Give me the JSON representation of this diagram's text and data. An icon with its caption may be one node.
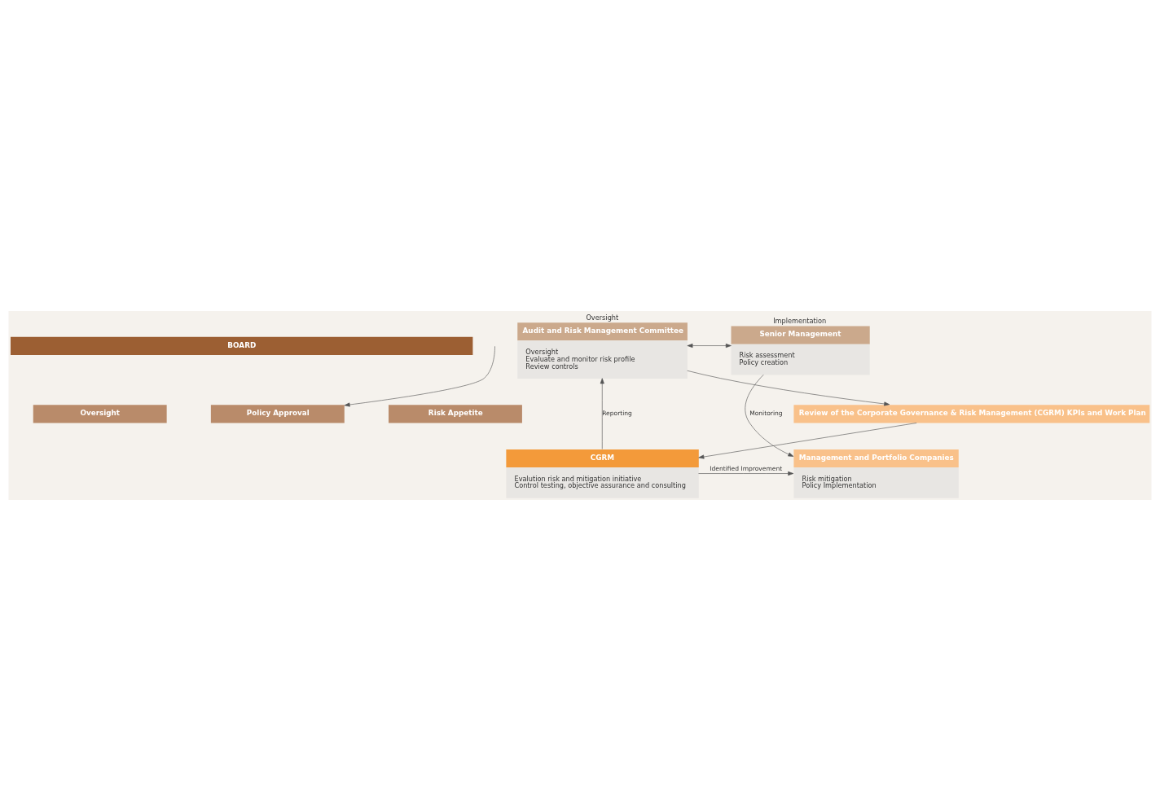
{
  "diagram": {
    "nodes": [
      {
        "text": [
          "BOARD"
        ]
      },
      {
        "text": [
          "Oversight"
        ]
      },
      {
        "text": [
          "Policy Approval"
        ]
      },
      {
        "text": [
          "Risk Appetite"
        ]
      },
      {
        "text": [
          "Senior Management",
          "Risk assessment",
          "Policy creation"
        ],
        "beside": [
          "Implementation"
        ]
      },
      {
        "text": [
          "Management and Portfolio Companies",
          "Risk mitigation",
          "Policy Implementation"
        ]
      },
      {
        "text": [
          "Audit and Risk Management Committee",
          "Oversight",
          "Evaluate and monitor risk profile",
          "Review controls"
        ],
        "beside": [
          "Oversight"
        ]
      },
      {
        "text": [
          "Review of the Corporate Governance & Risk Management (CGRM) KPIs and Work Plan"
        ]
      },
      {
        "text": [
          "CGRM",
          "Evalution risk and mitigation initiative",
          "Control testing, objective assurance and consulting"
        ]
      }
    ],
    "edges": [
      {
        "from": 4,
        "to": 6,
        "arrow": "both"
      },
      {
        "from": null,
        "to": 2,
        "arrow": "to"
      },
      {
        "from": 4,
        "to": 5,
        "arrow": "to",
        "label": "Monitoring"
      },
      {
        "from": 6,
        "to": 7,
        "arrow": "to"
      },
      {
        "from": 7,
        "to": 8,
        "arrow": "to"
      },
      {
        "from": 8,
        "to": 6,
        "arrow": "to",
        "label": "Reporting"
      },
      {
        "from": 8,
        "to": 5,
        "arrow": "to",
        "label": "Identified Improvement"
      }
    ]
  }
}
